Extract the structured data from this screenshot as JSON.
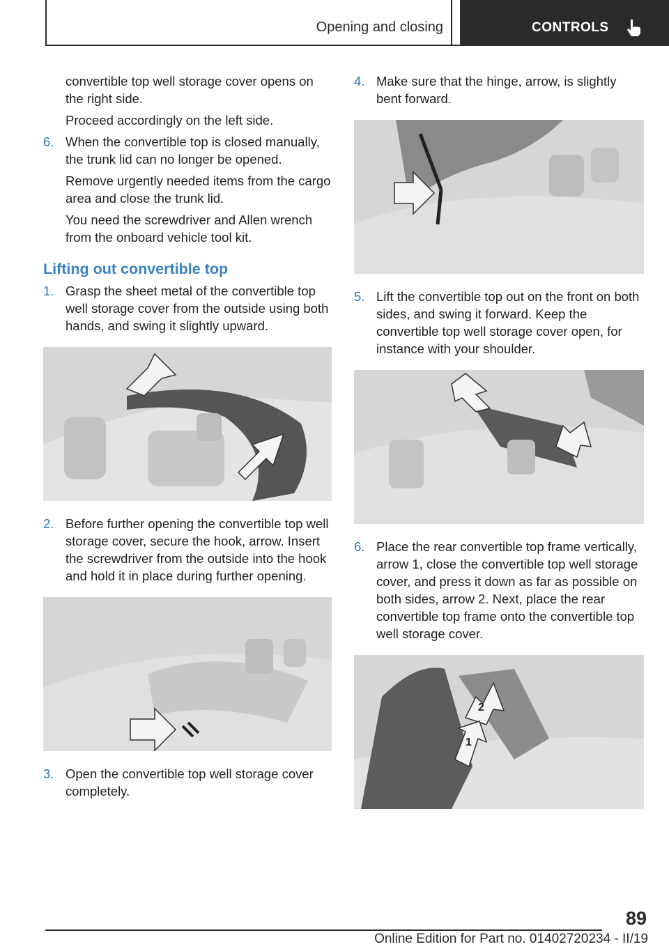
{
  "header": {
    "section": "Opening and closing",
    "tab": "CONTROLS",
    "tab_icon": "pointing-hand-icon"
  },
  "left": {
    "cont_1": "convertible top well storage cover opens on the right side.",
    "cont_2": "Proceed accordingly on the left side.",
    "step6_num": "6.",
    "step6_text": "When the convertible top is closed manually, the trunk lid can no longer be opened.",
    "step6_p2": "Remove urgently needed items from the cargo area and close the trunk lid.",
    "step6_p3": "You need the screwdriver and Allen wrench from the onboard vehicle tool kit.",
    "heading": "Lifting out convertible top",
    "step1_num": "1.",
    "step1_text": "Grasp the sheet metal of the convertible top well storage cover from the outside using both hands, and swing it slightly upward.",
    "step2_num": "2.",
    "step2_text": "Before further opening the convertible top well storage cover, secure the hook, arrow. Insert the screwdriver from the outside into the hook and hold it in place during further opening.",
    "step3_num": "3.",
    "step3_text": "Open the convertible top well storage cover completely."
  },
  "right": {
    "step4_num": "4.",
    "step4_text": "Make sure that the hinge, arrow, is slightly bent forward.",
    "step5_num": "5.",
    "step5_text": "Lift the convertible top out on the front on both sides, and swing it forward. Keep the convertible top well storage cover open, for instance with your shoulder.",
    "step6_num": "6.",
    "step6_text": "Place the rear convertible top frame vertically, arrow 1, close the convertible top well stor­age cover, and press it down as far as possi­ble on both sides, arrow 2. Next, place the rear convertible top frame onto the convertible top well storage cover.",
    "fig6_arrow1": "1",
    "fig6_arrow2": "2"
  },
  "footer": {
    "page_number": "89",
    "edition": "Online Edition for Part no. 01402720234 - II/19"
  },
  "colors": {
    "accent_blue": "#3a82c5",
    "header_tab": "#2a2a2a",
    "figure_bg": "#d9d9d9"
  }
}
